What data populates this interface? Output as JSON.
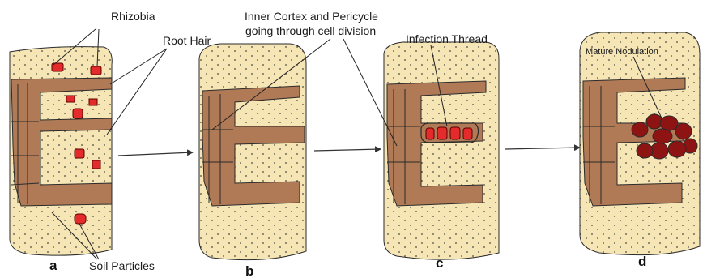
{
  "figure": {
    "panel_letters": [
      "a",
      "b",
      "c",
      "d"
    ],
    "labels": {
      "rhizobia": "Rhizobia",
      "root_hair": "Root Hair",
      "division_line1": "Inner Cortex and Pericycle",
      "division_line2": "going through cell division",
      "infection_thread": "Infection Thread",
      "mature_nodulation": "Mature Nodulation",
      "soil_particles": "Soil Particles"
    },
    "colors": {
      "soil": "#f6e6b6",
      "soil_outline": "#2b2b2b",
      "root_tissue": "#b07a56",
      "root_hair": "#b07a56",
      "rhizobia": "#e42b2b",
      "nodule": "#8e1414",
      "dots": "#2b2b2b"
    }
  }
}
